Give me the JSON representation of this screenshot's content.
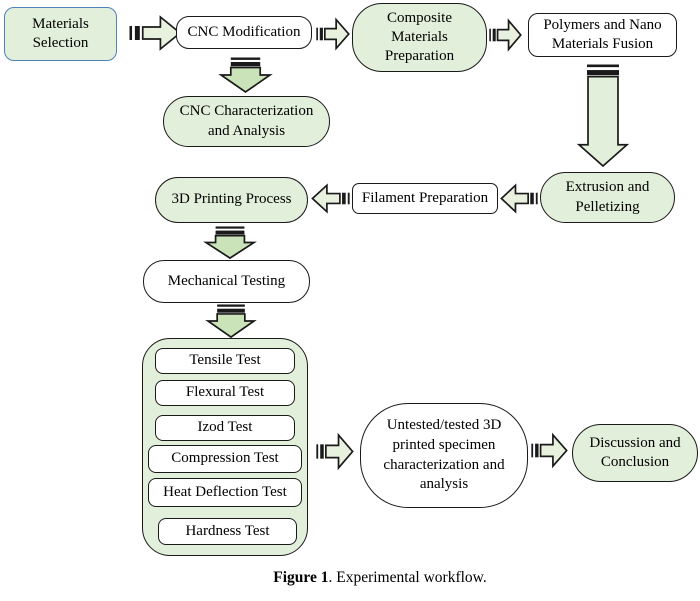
{
  "figure": {
    "caption_label": "Figure 1",
    "caption_text": ". Experimental workflow."
  },
  "colors": {
    "node_fill_green": "#e2efda",
    "arrow_fill_light": "#e7f1de",
    "arrow_fill_down": "#cbe3b8",
    "border_black": "#1a1a1a",
    "materials_border_blue": "#4f81bd",
    "page_bg": "#ffffff"
  },
  "nodes": {
    "materials_selection": {
      "label": "Materials Selection"
    },
    "cnc_modification": {
      "label": "CNC Modification"
    },
    "composite_preparation": {
      "label": "Composite Materials Preparation"
    },
    "polymers_fusion": {
      "label": "Polymers and Nano Materials Fusion"
    },
    "cnc_characterization": {
      "label": "CNC Characterization and Analysis"
    },
    "extrusion_pelletizing": {
      "label": "Extrusion and Pelletizing"
    },
    "filament_preparation": {
      "label": "Filament Preparation"
    },
    "printing_process": {
      "label": "3D Printing Process"
    },
    "mechanical_testing": {
      "label": "Mechanical Testing"
    },
    "tests": [
      "Tensile Test",
      "Flexural Test",
      "Izod Test",
      "Compression Test",
      "Heat Deflection Test",
      "Hardness Test"
    ],
    "specimen_characterization": {
      "label": "Untested/tested 3D printed specimen characterization and analysis"
    },
    "discussion_conclusion": {
      "label": "Discussion and Conclusion"
    }
  }
}
